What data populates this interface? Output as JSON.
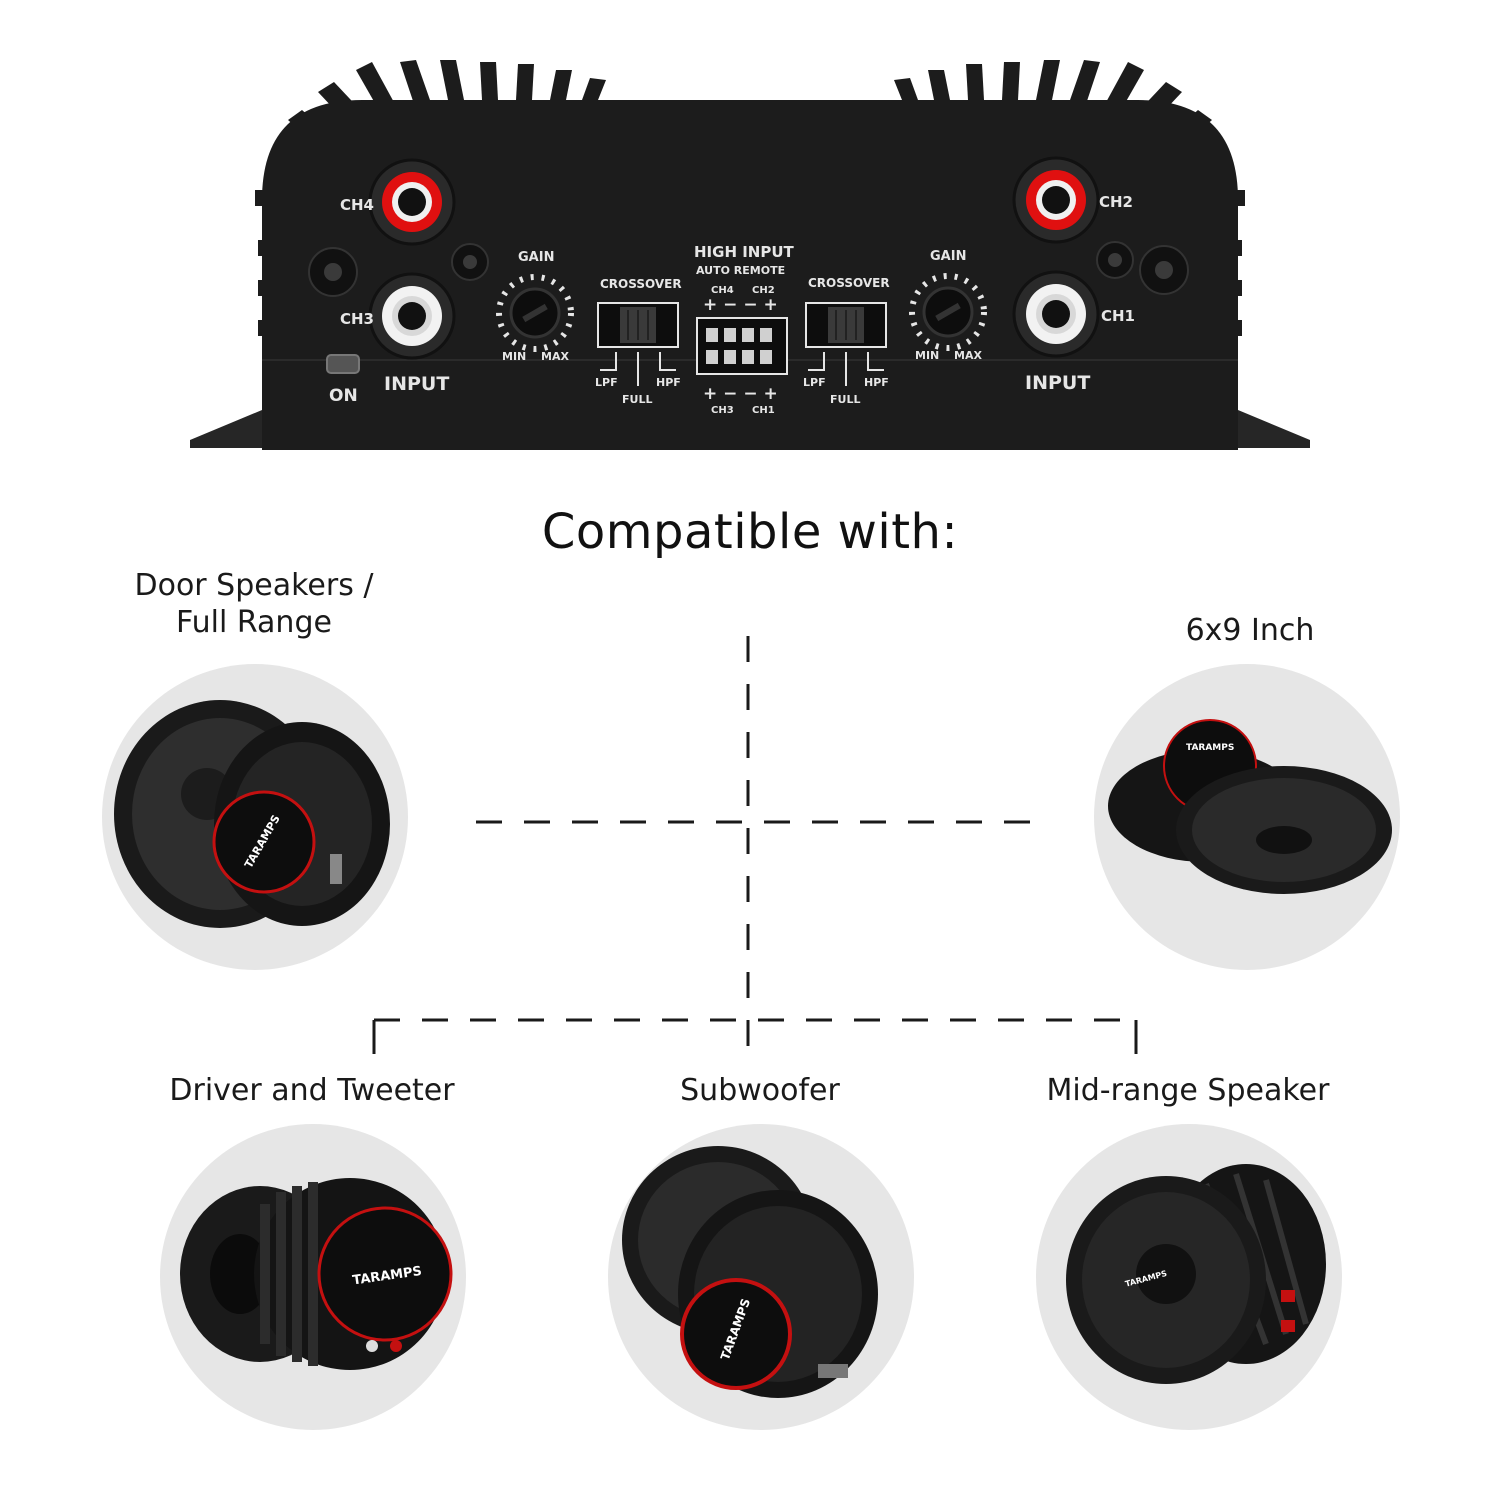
{
  "amplifier": {
    "labels": {
      "ch4": "CH4",
      "ch3": "CH3",
      "ch2": "CH2",
      "ch1": "CH1",
      "input_left": "INPUT",
      "input_right": "INPUT",
      "on": "ON",
      "gain_left": "GAIN",
      "gain_right": "GAIN",
      "min_left": "MIN",
      "max_left": "MAX",
      "min_right": "MIN",
      "max_right": "MAX",
      "crossover_left": "CROSSOVER",
      "crossover_right": "CROSSOVER",
      "lpf_left": "LPF",
      "hpf_left": "HPF",
      "full_left": "FULL",
      "lpf_right": "LPF",
      "hpf_right": "HPF",
      "full_right": "FULL",
      "high_input": "HIGH INPUT",
      "auto_remote": "AUTO REMOTE",
      "conn_top_left": "CH4",
      "conn_top_right": "CH2",
      "conn_bottom_left": "CH3",
      "conn_bottom_right": "CH1",
      "polarity_top": "+ −  − +",
      "polarity_bottom": "+ −  − +"
    },
    "colors": {
      "body": "#1c1c1c",
      "rca_red": "#e01010",
      "rca_white": "#f2f2f2"
    }
  },
  "heading": "Compatible with:",
  "categories": {
    "door": {
      "line1": "Door Speakers /",
      "line2": "Full Range",
      "icon": "door-speaker-icon"
    },
    "sixbynine": {
      "label": "6x9 Inch",
      "icon": "oval-speaker-icon"
    },
    "driver": {
      "label": "Driver and Tweeter",
      "icon": "compression-driver-icon"
    },
    "subwoofer": {
      "label": "Subwoofer",
      "icon": "subwoofer-icon"
    },
    "midrange": {
      "label": "Mid-range Speaker",
      "icon": "midrange-speaker-icon"
    }
  },
  "brand": "TARAMPS",
  "colors": {
    "circle_bg": "#e6e6e6",
    "accent_red": "#c41010",
    "dash": "#1a1a1a"
  }
}
